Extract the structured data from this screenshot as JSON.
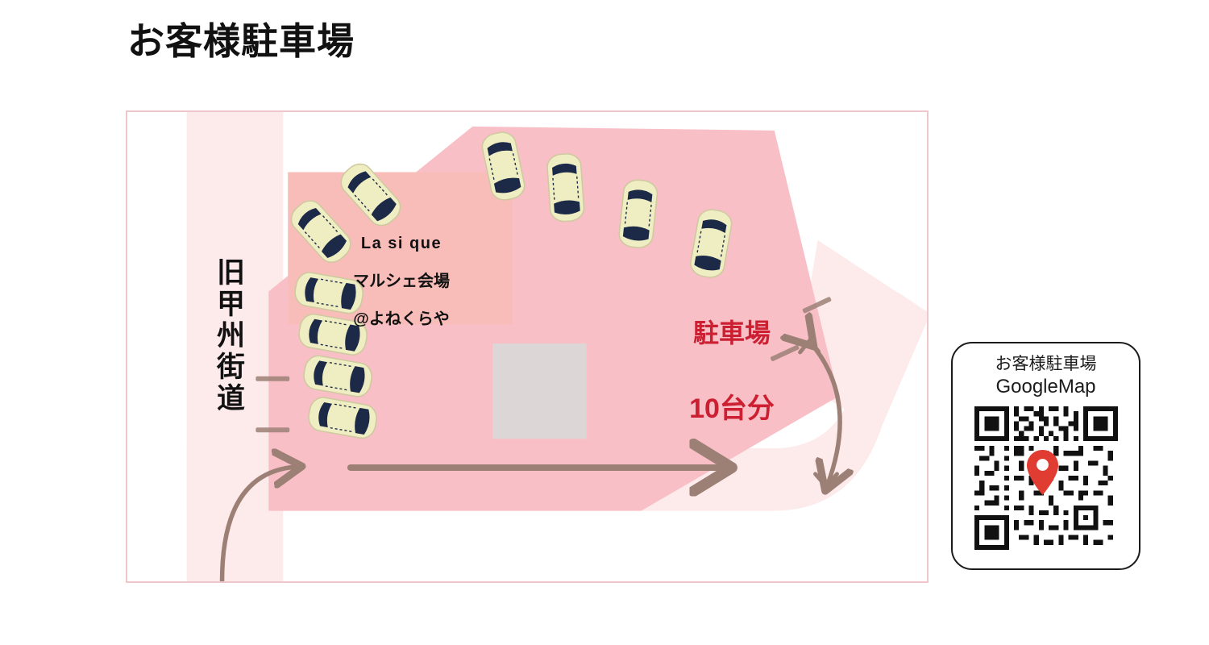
{
  "page": {
    "title": "お客様駐車場",
    "background_color": "#ffffff"
  },
  "colors": {
    "frame_border": "#eec7cb",
    "road_fill": "#fdeaea",
    "building_pink": "#f8bdb8",
    "building_grey": "#dcd6d6",
    "parking_fill": "#f9bfc6",
    "arrow": "#9c8075",
    "lot_text_red": "#cc2032",
    "car_body": "#efeec3",
    "car_glass": "#1d2a47",
    "qr_black": "#111111",
    "pin_red": "#e03c31"
  },
  "map": {
    "venue_building": {
      "line_en": "La si que",
      "line_jp1": "マルシェ会場",
      "line_jp2": "@よねくらや"
    },
    "road_label": "旧甲州街道",
    "parking_lot": {
      "caption": "駐車場",
      "capacity": "10台分",
      "car_count": 10
    },
    "grey_building_label": ""
  },
  "qr_card": {
    "line1": "お客様駐車場",
    "line2": "GoogleMap",
    "pin_icon": "map-pin-icon"
  }
}
